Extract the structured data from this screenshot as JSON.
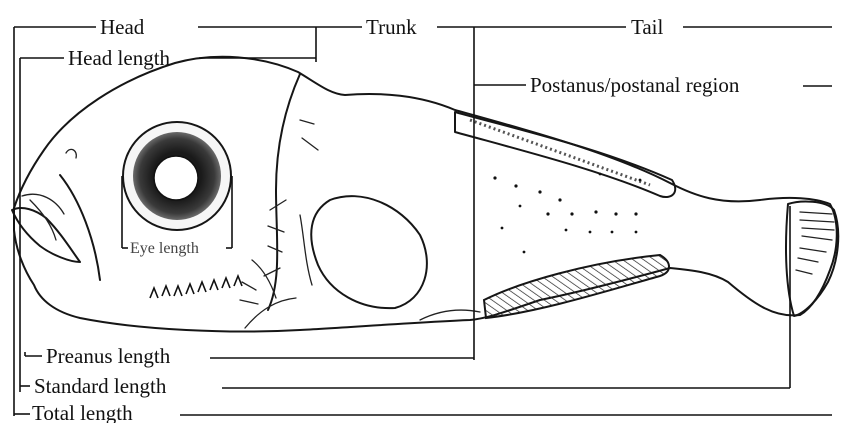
{
  "labels": {
    "head": "Head",
    "trunk": "Trunk",
    "tail": "Tail",
    "head_length": "Head length",
    "postanal_region": "Postanus/postanal region",
    "eye_length": "Eye length",
    "preanus_length": "Preanus length",
    "standard_length": "Standard length",
    "total_length": "Total length"
  }
}
